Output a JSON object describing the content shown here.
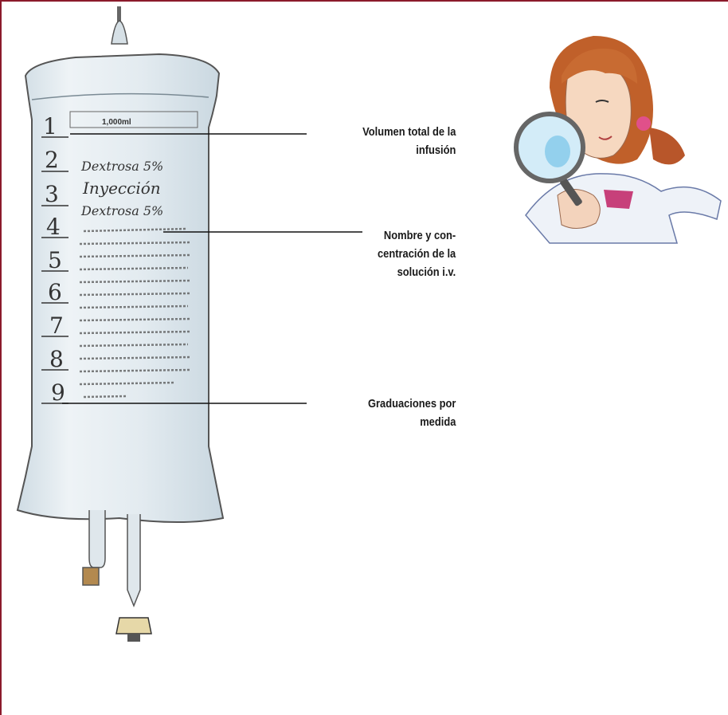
{
  "bag": {
    "volume_label": "1,000ml",
    "line1": "Dextrosa 5%",
    "line2": "Inyección",
    "line3": "Dextrosa 5%",
    "graduations": [
      "1",
      "2",
      "3",
      "4",
      "5",
      "6",
      "7",
      "8",
      "9"
    ]
  },
  "labels": {
    "volume": [
      "Volumen total de la",
      "infusión"
    ],
    "name": [
      "Nombre y con-",
      "centración de la",
      "solución i.v."
    ],
    "graduations": [
      "Graduaciones por",
      "medida"
    ]
  },
  "colors": {
    "frame": "#8b1a2b",
    "bag_tint": "#dfe8ee",
    "line": "#111111"
  }
}
